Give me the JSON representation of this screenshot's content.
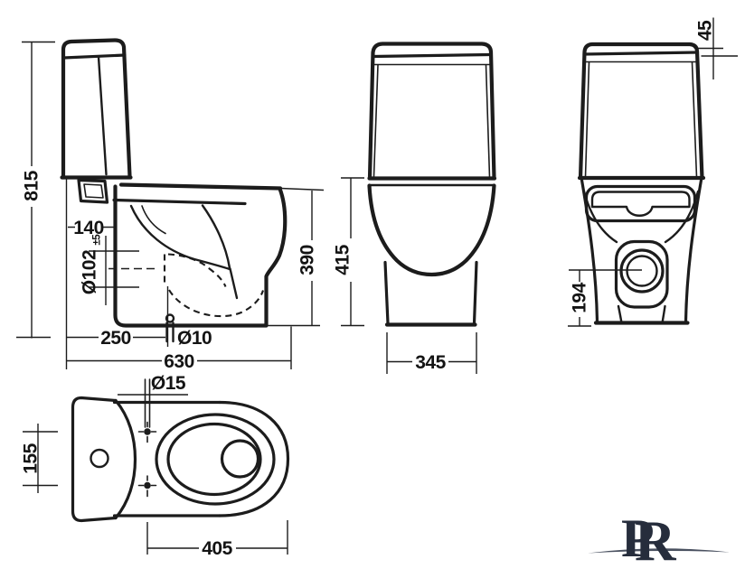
{
  "page": {
    "background": "#ffffff",
    "ink_color": "#1c1c1c"
  },
  "views": {
    "side_view": {
      "dims": {
        "overall_height": "815",
        "tank_back_to_bowl_back": "140",
        "trap_outlet_diameter": "Ø102",
        "trap_outlet_tolerance": "±5",
        "fixing_hole_setback": "250",
        "fixing_hole_diameter": "Ø10",
        "overall_depth": "630",
        "rim_height": "390"
      }
    },
    "front_view": {
      "dims": {
        "rim_height_with_seat": "415",
        "base_width": "345"
      }
    },
    "rear_view": {
      "dims": {
        "cistern_lid_height": "45",
        "outlet_centre_height": "194"
      }
    },
    "plan_view": {
      "dims": {
        "seat_fixing_hole_diameter": "Ø15",
        "fixing_hole_spacing": "155",
        "holes_to_front_rim": "405"
      }
    }
  },
  "logo": {
    "letter_p": "P",
    "letter_r": "R",
    "color": "#262d3c"
  }
}
